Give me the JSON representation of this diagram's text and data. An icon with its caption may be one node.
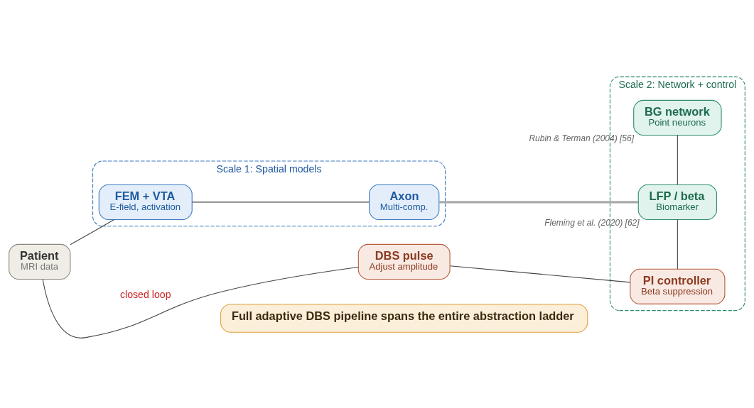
{
  "diagram": {
    "nodes": [
      {
        "text": [
          "Patient",
          "MRI data"
        ]
      },
      {
        "text": [
          "Scale 1: Spatial models"
        ]
      },
      {
        "text": [
          "FEM + VTA",
          "E-field, activation"
        ],
        "in": 1
      },
      {
        "text": [
          "Axon",
          "Multi-comp."
        ],
        "in": 1
      },
      {
        "text": [
          "Scale 2: Network + control"
        ]
      },
      {
        "text": [
          "BG network",
          "Point neurons"
        ],
        "in": 4,
        "beside": [
          "Rubin & Terman (2004) [56]"
        ]
      },
      {
        "text": [
          "LFP / beta",
          "Biomarker"
        ],
        "in": 4,
        "beside": [
          "Fleming et al. (2020) [62]"
        ]
      },
      {
        "text": [
          "PI controller",
          "Beta suppression"
        ],
        "in": 4
      },
      {
        "text": [
          "DBS pulse",
          "Adjust amplitude"
        ]
      },
      {
        "text": [
          "Full adaptive DBS pipeline spans the entire abstraction ladder"
        ]
      }
    ],
    "edges": [
      {
        "from": 0,
        "to": 2,
        "arrow": "none"
      },
      {
        "from": 2,
        "to": 3,
        "arrow": "none"
      },
      {
        "from": 3,
        "to": 6,
        "arrow": "none",
        "style": "thick",
        "color": "#aaaaaa"
      },
      {
        "from": 5,
        "to": 6,
        "arrow": "none"
      },
      {
        "from": 6,
        "to": 7,
        "arrow": "none"
      },
      {
        "from": 7,
        "to": 8,
        "arrow": "none"
      },
      {
        "from": 8,
        "to": 0,
        "arrow": "none",
        "label": "closed loop"
      }
    ]
  }
}
